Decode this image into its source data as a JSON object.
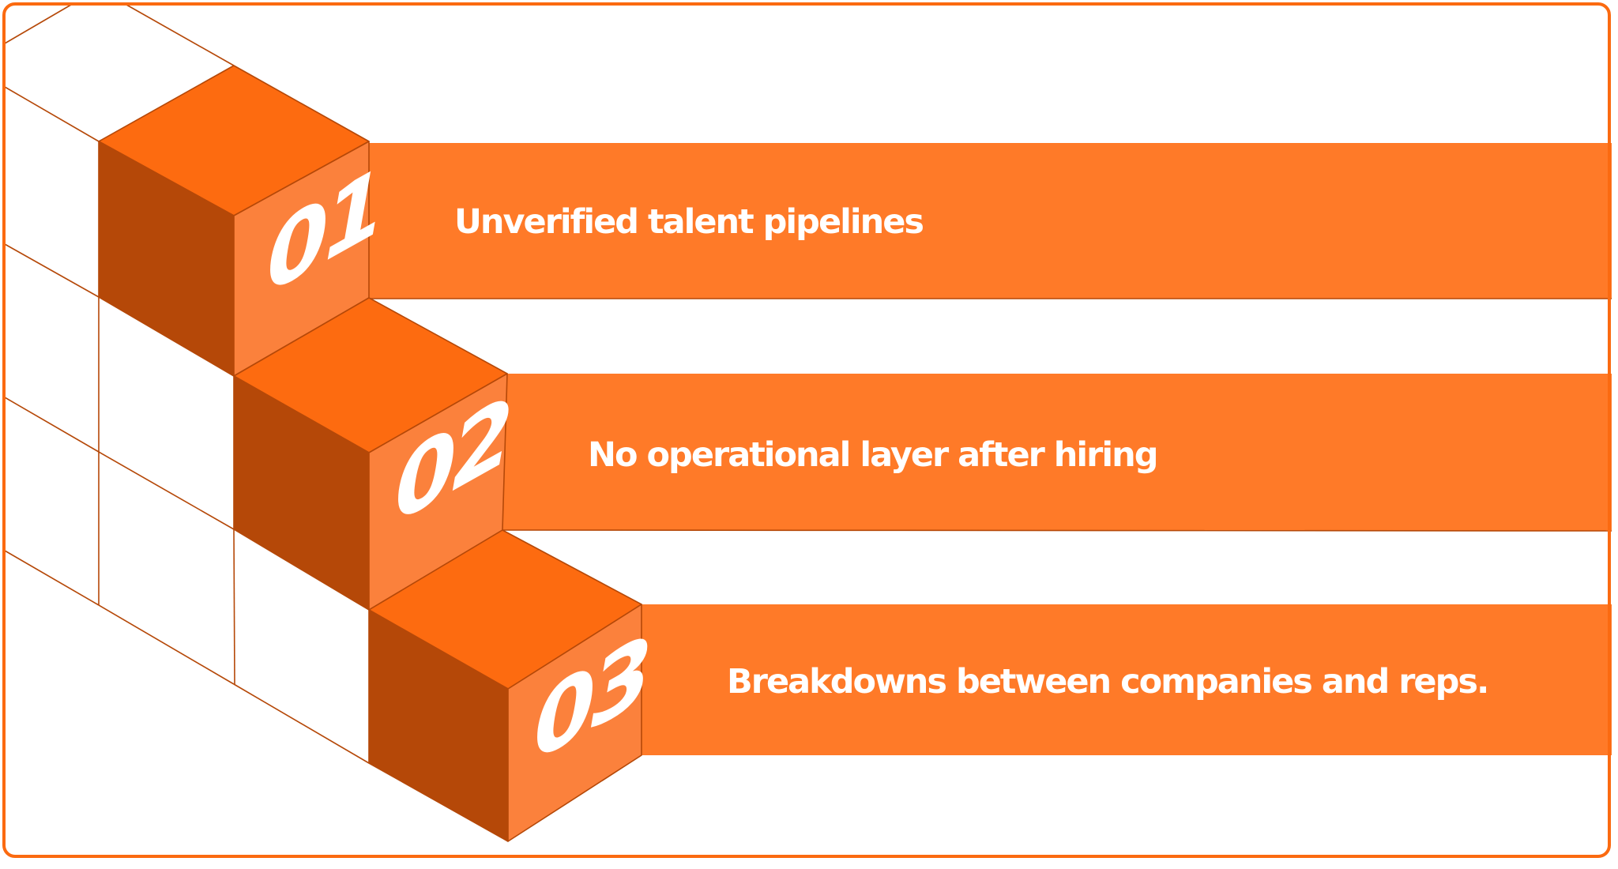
{
  "steps": [
    {
      "number": "01",
      "label": "Unverified talent pipelines"
    },
    {
      "number": "02",
      "label": "No operational layer after hiring"
    },
    {
      "number": "03",
      "label": "Breakdowns between companies and reps."
    }
  ],
  "colors": {
    "frame": "#fb6a10",
    "band": "#ff7a28",
    "cube_top": "#fd6b10",
    "cube_left": "#b54808",
    "cube_right": "#fb813c",
    "text": "#ffffff"
  }
}
